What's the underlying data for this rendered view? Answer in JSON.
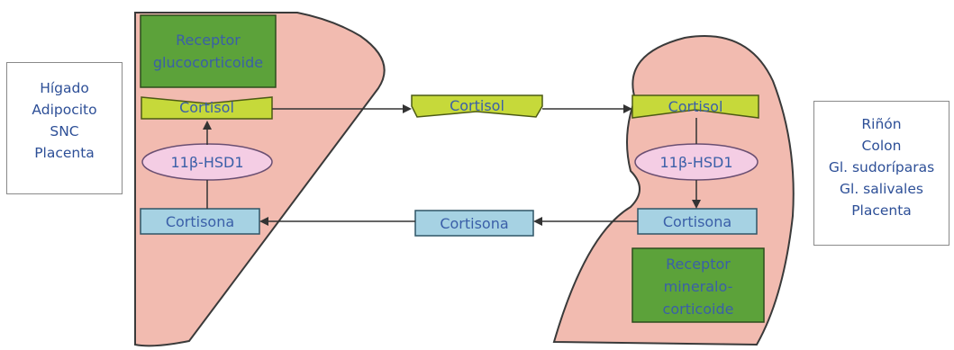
{
  "left_organs": [
    "Hígado",
    "Adipocito",
    "SNC",
    "Placenta"
  ],
  "right_organs": [
    "Riñón",
    "Colon",
    "Gl. sudoríparas",
    "Gl. salivales",
    "Placenta"
  ],
  "left_cell": {
    "receptor": [
      "Receptor",
      "glucocorticoide"
    ],
    "cortisol": "Cortisol",
    "enzyme": "11β-HSD1",
    "cortisone": "Cortisona"
  },
  "middle": {
    "cortisol": "Cortisol",
    "cortisone": "Cortisona"
  },
  "right_cell": {
    "cortisol": "Cortisol",
    "enzyme": "11β-HSD1",
    "cortisone": "Cortisona",
    "receptor": [
      "Receptor",
      "mineralo-",
      "corticoide"
    ]
  },
  "colors": {
    "organ_fill": "#f2bbb0",
    "receptor_fill": "#5ca23a",
    "cortisol_fill": "#c6d93a",
    "enzyme_fill": "#f4cde4",
    "cortisone_fill": "#a6d2e3",
    "text": "#3a5fa8"
  }
}
